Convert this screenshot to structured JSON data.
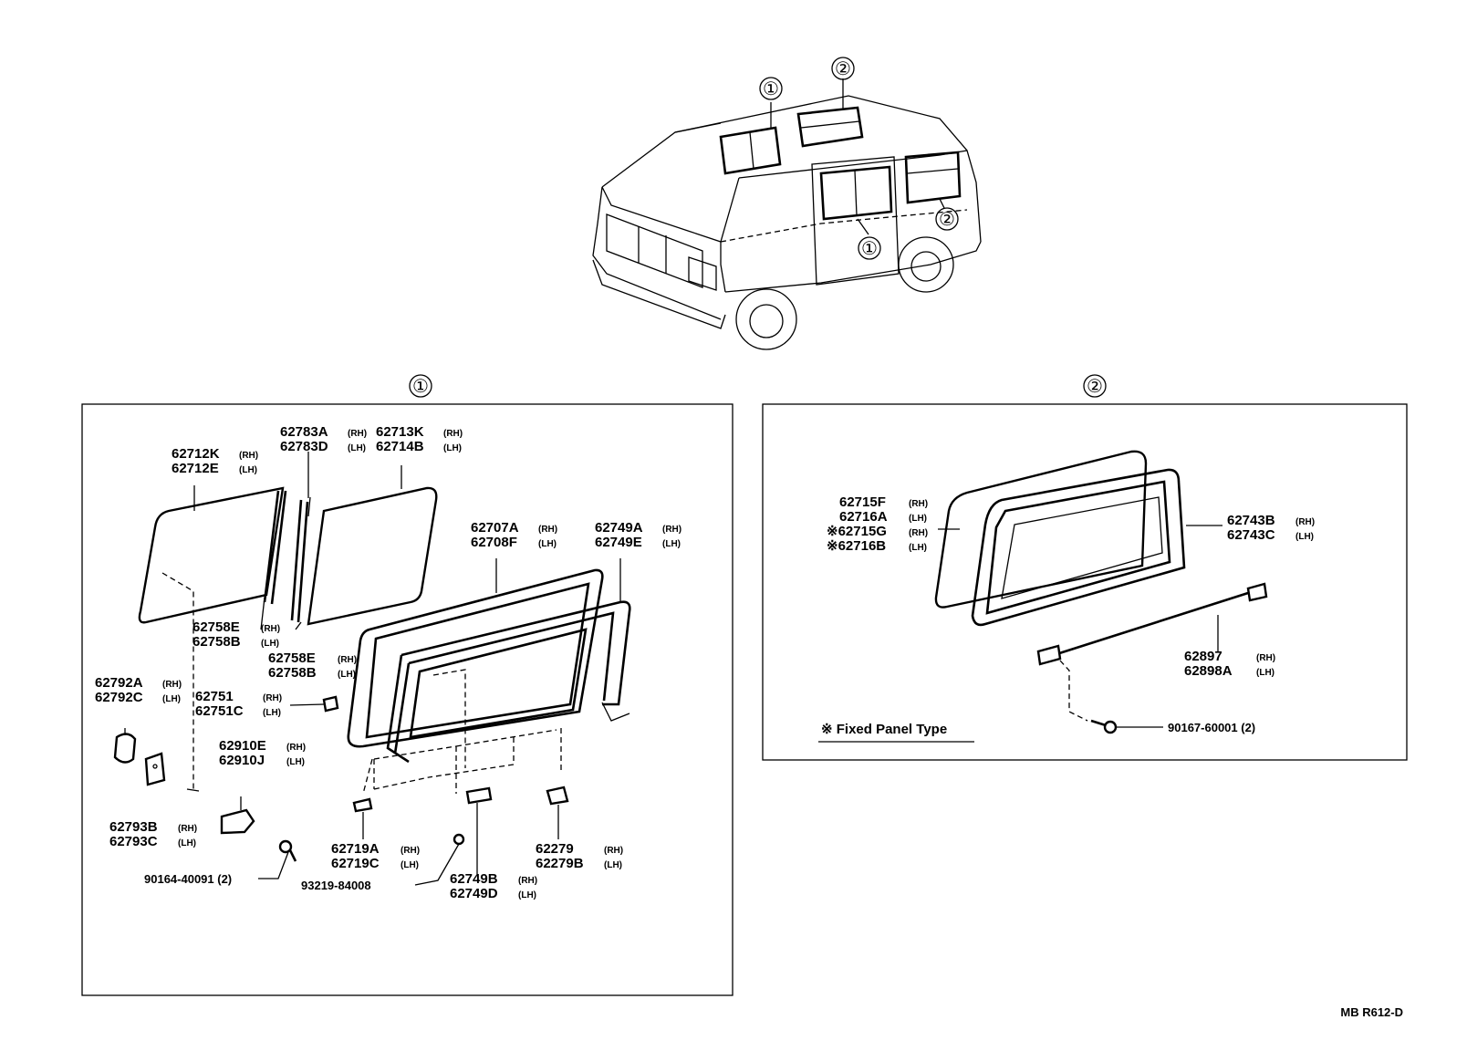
{
  "diagram_code": "MB R612-D",
  "fixed_panel_note": "※ Fixed Panel Type",
  "callouts": {
    "one": "①",
    "two": "②"
  },
  "section1_labels": {
    "p1": {
      "a": "62712K",
      "as": "(RH)",
      "b": "62712E",
      "bs": "(LH)"
    },
    "p2": {
      "a": "62783A",
      "as": "(RH)",
      "b": "62783D",
      "bs": "(LH)"
    },
    "p3": {
      "a": "62713K",
      "as": "(RH)",
      "b": "62714B",
      "bs": "(LH)"
    },
    "p4": {
      "a": "62707A",
      "as": "(RH)",
      "b": "62708F",
      "bs": "(LH)"
    },
    "p5": {
      "a": "62749A",
      "as": "(RH)",
      "b": "62749E",
      "bs": "(LH)"
    },
    "p6": {
      "a": "62758E",
      "as": "(RH)",
      "b": "62758B",
      "bs": "(LH)"
    },
    "p7": {
      "a": "62758E",
      "as": "(RH)",
      "b": "62758B",
      "bs": "(LH)"
    },
    "p8": {
      "a": "62792A",
      "as": "(RH)",
      "b": "62792C",
      "bs": "(LH)"
    },
    "p9": {
      "a": "62751",
      "as": "(RH)",
      "b": "62751C",
      "bs": "(LH)"
    },
    "p10": {
      "a": "62910E",
      "as": "(RH)",
      "b": "62910J",
      "bs": "(LH)"
    },
    "p11": {
      "a": "62793B",
      "as": "(RH)",
      "b": "62793C",
      "bs": "(LH)"
    },
    "p12": {
      "a": "62719A",
      "as": "(RH)",
      "b": "62719C",
      "bs": "(LH)"
    },
    "p13": {
      "a": "62279",
      "as": "(RH)",
      "b": "62279B",
      "bs": "(LH)"
    },
    "p14": {
      "a": "62749B",
      "as": "(RH)",
      "b": "62749D",
      "bs": "(LH)"
    },
    "bolt1": "90164-40091 (2)",
    "clip1": "93219-84008"
  },
  "section2_labels": {
    "q1": {
      "a": "62715F",
      "as": "(RH)",
      "b": "62716A",
      "bs": "(LH)",
      "c": "※62715G",
      "cs": "(RH)",
      "d": "※62716B",
      "ds": "(LH)"
    },
    "q2": {
      "a": "62743B",
      "as": "(RH)",
      "b": "62743C",
      "bs": "(LH)"
    },
    "q3": {
      "a": "62897",
      "as": "(RH)",
      "b": "62898A",
      "bs": "(LH)"
    },
    "bolt2": "90167-60001 (2)"
  }
}
